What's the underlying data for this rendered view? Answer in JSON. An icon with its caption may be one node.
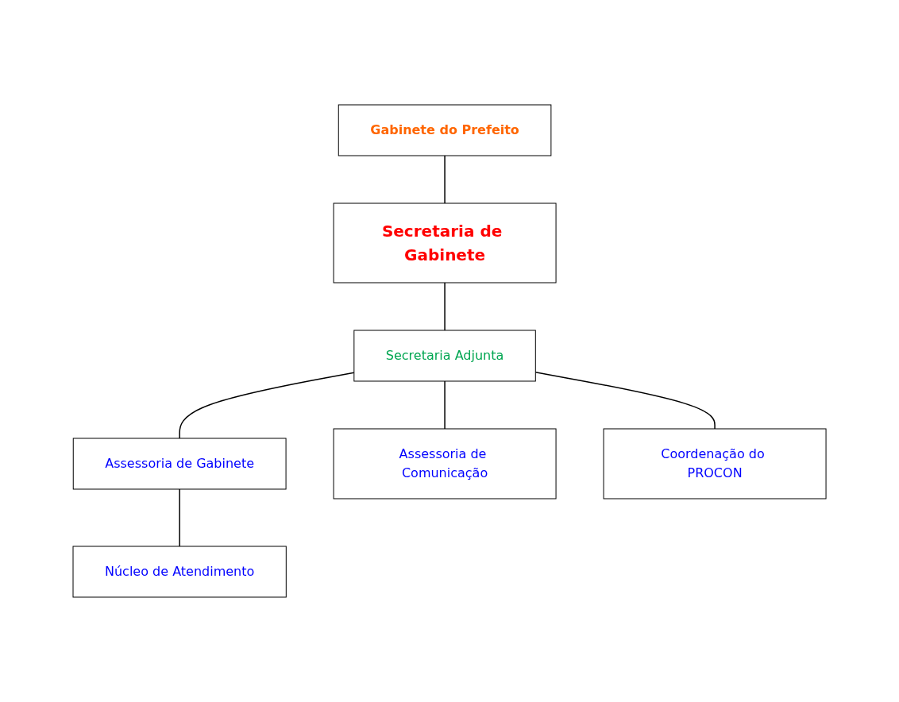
{
  "diagram": {
    "nodes": [
      {
        "text": [
          "Gabinete do Prefeito"
        ]
      },
      {
        "text": [
          "Secretaria de Gabinete"
        ]
      },
      {
        "text": [
          "Secretaria Adjunta"
        ]
      },
      {
        "text": [
          "Assessoria de Gabinete"
        ]
      },
      {
        "text": [
          "Assessoria de Comunicação"
        ]
      },
      {
        "text": [
          "Coordenação do PROCON"
        ]
      },
      {
        "text": [
          "Núcleo de Atendimento"
        ]
      }
    ],
    "edges": [
      {
        "from": 0,
        "to": 1,
        "arrow": "none"
      },
      {
        "from": 1,
        "to": 2,
        "arrow": "none"
      },
      {
        "from": 2,
        "to": 3,
        "arrow": "none"
      },
      {
        "from": 2,
        "to": 4,
        "arrow": "none"
      },
      {
        "from": 2,
        "to": 5,
        "arrow": "none"
      },
      {
        "from": 3,
        "to": 6,
        "arrow": "none"
      }
    ]
  }
}
